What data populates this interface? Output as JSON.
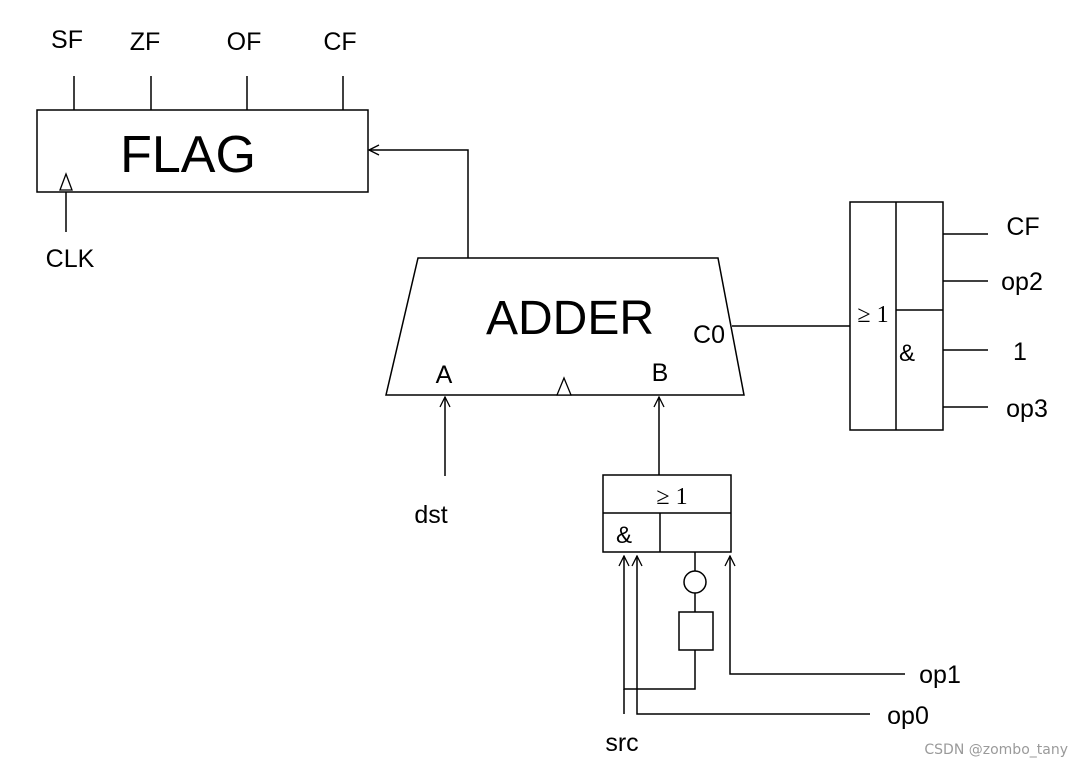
{
  "flag_register": {
    "title": "FLAG",
    "outputs": [
      "SF",
      "ZF",
      "OF",
      "CF"
    ],
    "clock_label": "CLK"
  },
  "adder": {
    "title": "ADDER",
    "input_a": "A",
    "input_b": "B",
    "carry_in": "C0",
    "a_source": "dst"
  },
  "carry_logic": {
    "or_symbol": "≥ 1",
    "and_symbol": "&",
    "inputs": [
      "CF",
      "op2",
      "1",
      "op3"
    ]
  },
  "b_select_logic": {
    "or_symbol": "≥ 1",
    "and_symbol": "&",
    "inputs": [
      "src",
      "op0",
      "op1"
    ]
  },
  "watermark": "CSDN @zombo_tany"
}
